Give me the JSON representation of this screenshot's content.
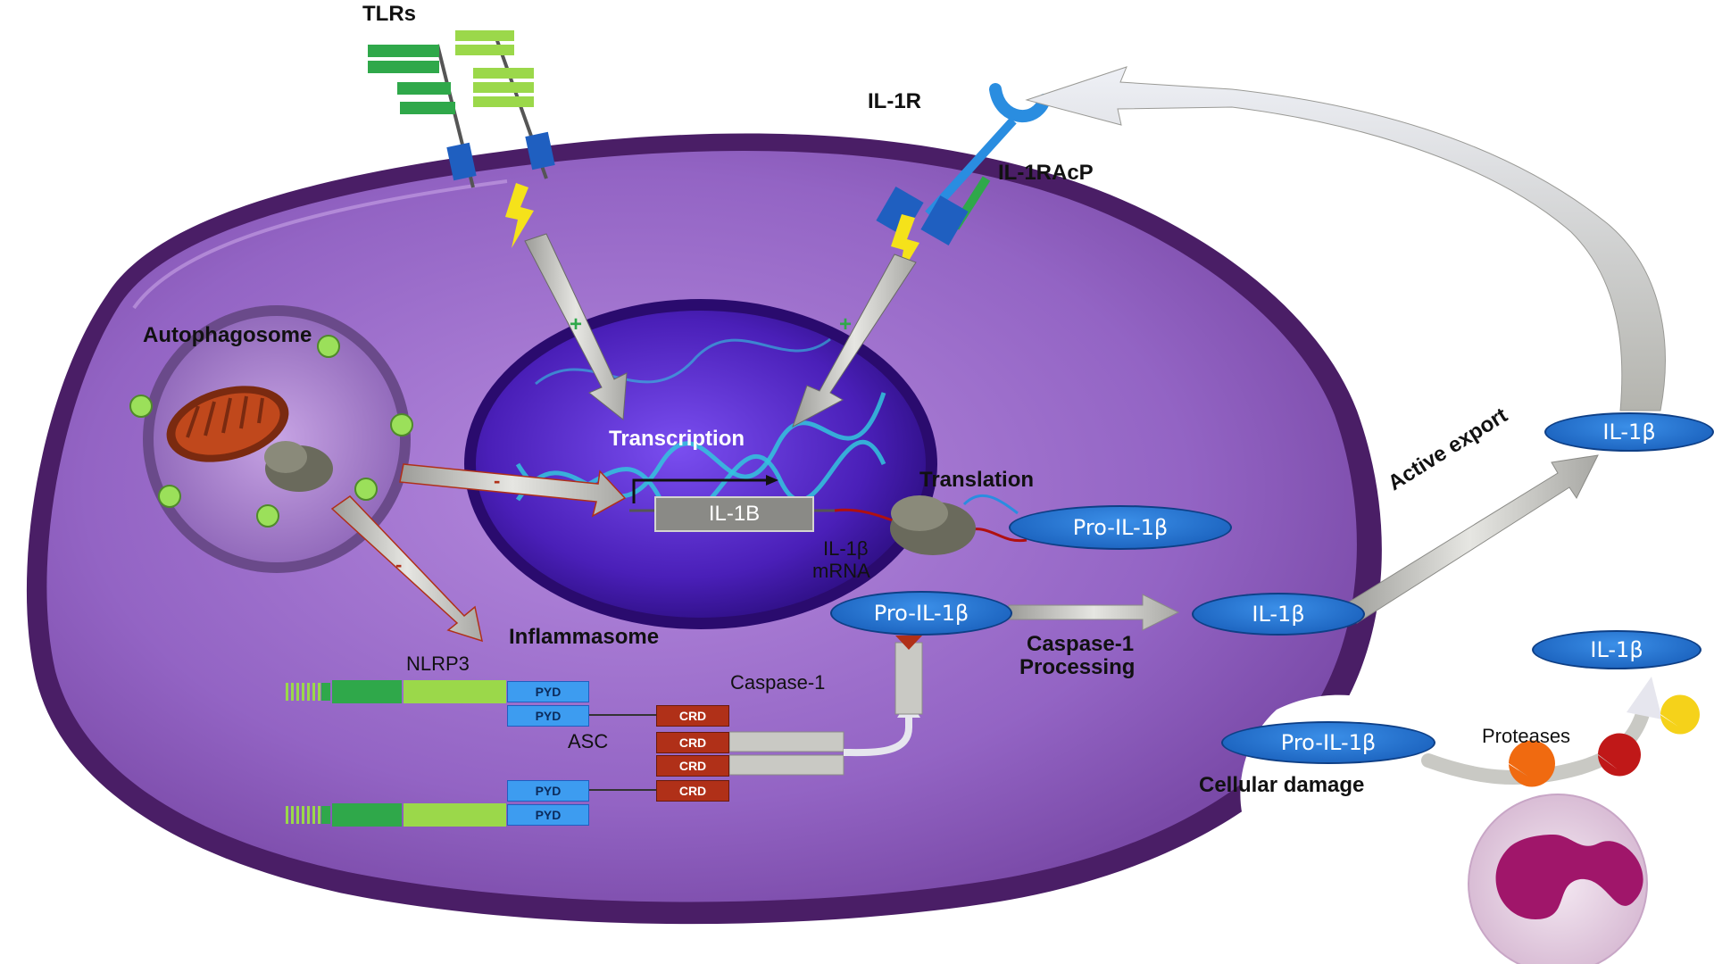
{
  "diagram": {
    "labels": {
      "tlrs": "TLRs",
      "il1r": "IL-1R",
      "il1racp": "IL-1RAcP",
      "autophagosome": "Autophagosome",
      "transcription": "Transcription",
      "translation": "Translation",
      "gene": "IL-1B",
      "mrna_line1": "IL-1β",
      "mrna_line2": "mRNA",
      "inflammasome": "Inflammasome",
      "nlrp3": "NLRP3",
      "asc": "ASC",
      "caspase1": "Caspase-1",
      "processing_line1": "Caspase-1",
      "processing_line2": "Processing",
      "active_export": "Active export",
      "proteases": "Proteases",
      "cellular_damage": "Cellular damage",
      "pyd": "PYD",
      "crd": "CRD",
      "plus": "+",
      "minus": "-"
    },
    "proteins": {
      "pro_il1b": "Pro-IL-1β",
      "il1b": "IL-1β"
    },
    "colors": {
      "cell_membrane": "#5a2a78",
      "cytoplasm": "#9b6fc8",
      "nucleus": "#4a1fb8",
      "protein": "#1f6fd1",
      "pyd": "#3d9cf0",
      "crd": "#b03018",
      "tlr_dark_green": "#2fa84a",
      "tlr_light_green": "#9bd84a",
      "receptor_blue": "#1f5fc0",
      "lightning": "#f5e21a",
      "arrow_grey": "#c9c9c4"
    }
  }
}
